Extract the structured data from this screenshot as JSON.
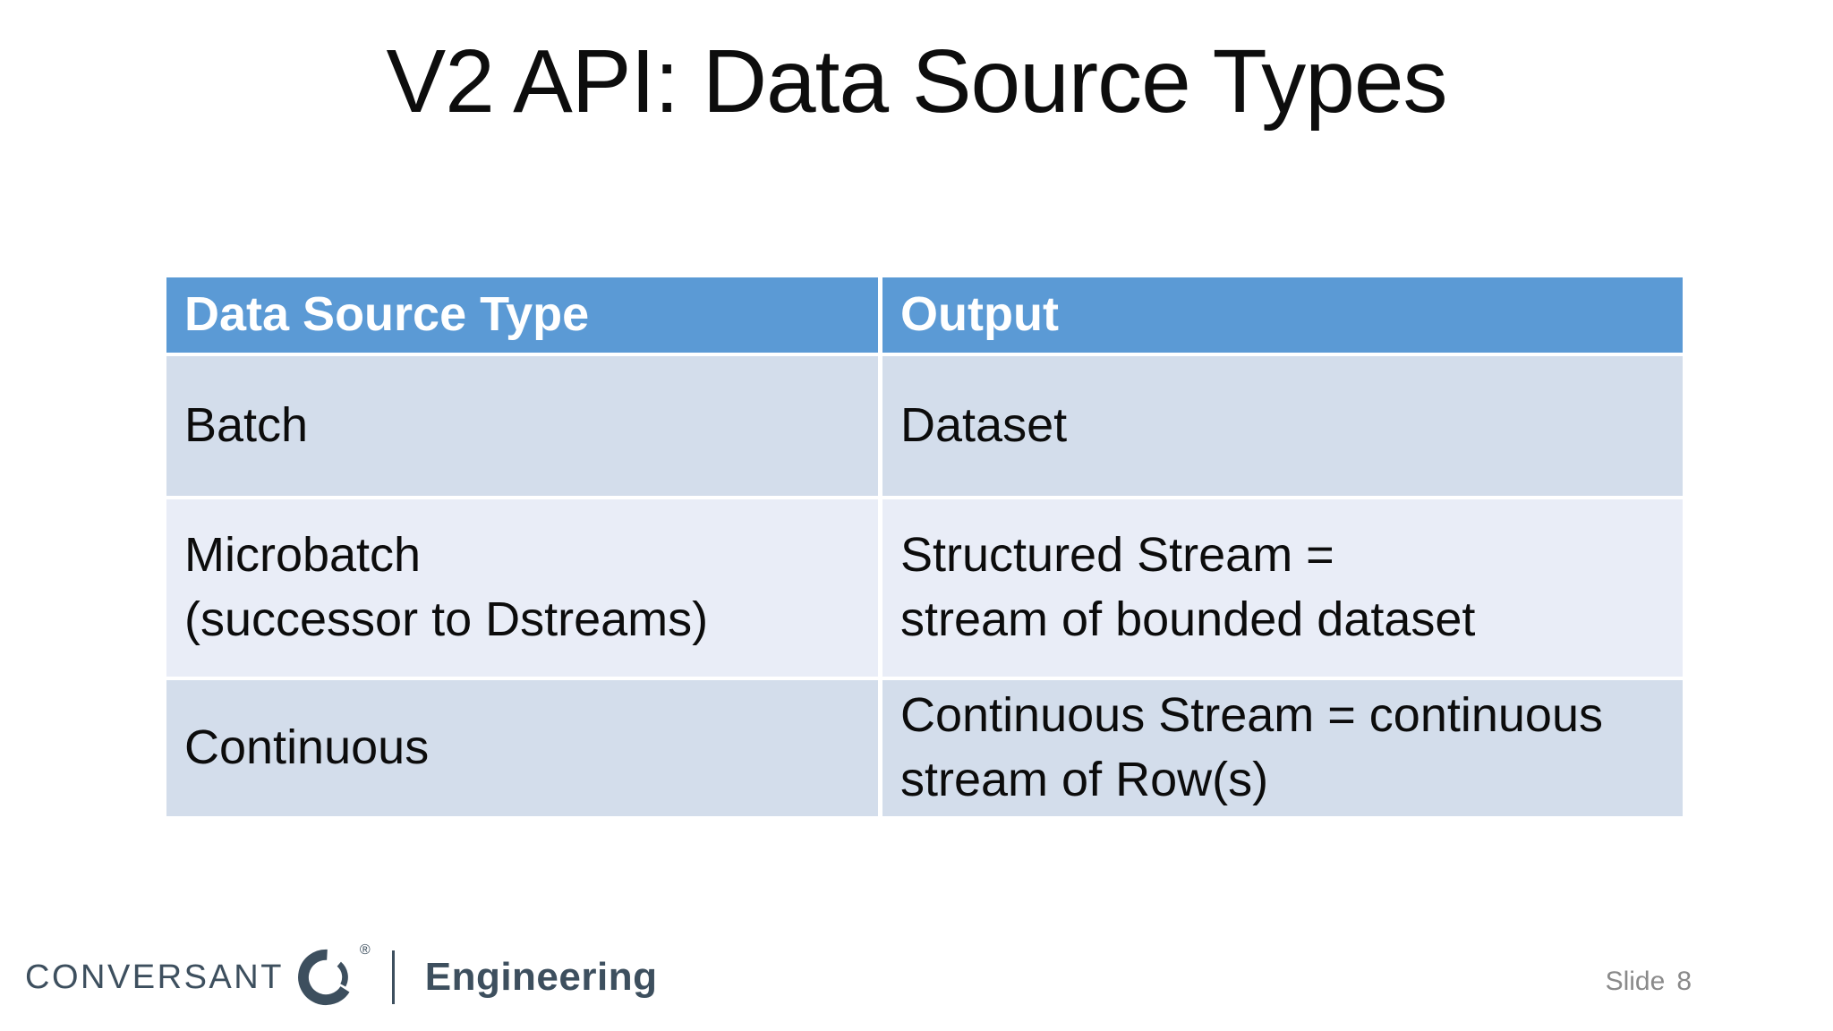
{
  "slide": {
    "title": "V2 API: Data Source Types"
  },
  "table": {
    "headers": [
      "Data Source Type",
      "Output"
    ],
    "rows": [
      {
        "cells": [
          "Batch",
          "Dataset"
        ]
      },
      {
        "cells": [
          "Microbatch\n(successor to Dstreams)",
          "Structured Stream =\nstream of bounded dataset"
        ]
      },
      {
        "cells": [
          "Continuous",
          "Continuous Stream = continuous\nstream of Row(s)"
        ]
      }
    ],
    "colors": {
      "header_bg": "#5B9AD5",
      "header_text": "#FFFFFF",
      "band_odd_bg": "#D3DDEB",
      "band_even_bg": "#E9EDF7",
      "cell_text": "#0C0C0C"
    }
  },
  "footer": {
    "brand": "CONVERSANT",
    "registered_symbol": "®",
    "division": "Engineering",
    "slide_label": "Slide",
    "slide_number": "8",
    "colors": {
      "brand": "#3D4F5E",
      "slide_text": "#8A8A8A"
    }
  }
}
